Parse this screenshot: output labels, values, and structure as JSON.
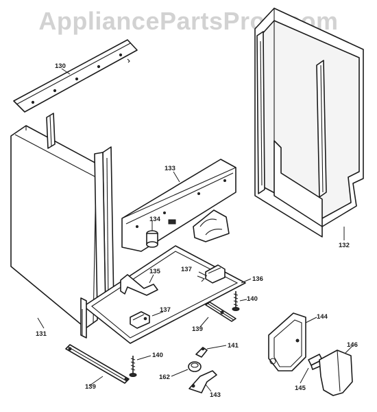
{
  "watermark": "AppliancePartsPros.com",
  "callouts": {
    "p130": "130",
    "p131": "131",
    "p132": "132",
    "p133": "133",
    "p134": "134",
    "p135": "135",
    "p136": "136",
    "p137a": "137",
    "p137b": "137",
    "p139a": "139",
    "p139b": "139",
    "p140a": "140",
    "p140b": "140",
    "p141": "141",
    "p143": "143",
    "p144": "144",
    "p145": "145",
    "p146": "146",
    "p162": "162"
  }
}
